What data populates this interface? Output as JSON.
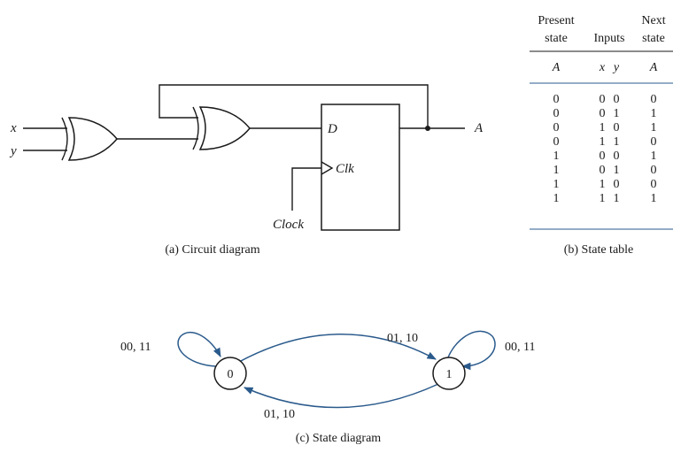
{
  "circuit": {
    "input_x": "x",
    "input_y": "y",
    "d_label": "D",
    "clk_label": "Clk",
    "clock_label": "Clock",
    "output_label": "A",
    "caption": "(a) Circuit diagram"
  },
  "state_table": {
    "header": {
      "present_line1": "Present",
      "present_line2": "state",
      "inputs": "Inputs",
      "next_line1": "Next",
      "next_line2": "state"
    },
    "subheader": {
      "a": "A",
      "x": "x",
      "y": "y",
      "next_a": "A"
    },
    "rows": [
      {
        "a": "0",
        "x": "0",
        "y": "0",
        "next": "0"
      },
      {
        "a": "0",
        "x": "0",
        "y": "1",
        "next": "1"
      },
      {
        "a": "0",
        "x": "1",
        "y": "0",
        "next": "1"
      },
      {
        "a": "0",
        "x": "1",
        "y": "1",
        "next": "0"
      },
      {
        "a": "1",
        "x": "0",
        "y": "0",
        "next": "1"
      },
      {
        "a": "1",
        "x": "0",
        "y": "1",
        "next": "0"
      },
      {
        "a": "1",
        "x": "1",
        "y": "0",
        "next": "0"
      },
      {
        "a": "1",
        "x": "1",
        "y": "1",
        "next": "1"
      }
    ],
    "caption": "(b) State table"
  },
  "state_diagram": {
    "state0": "0",
    "state1": "1",
    "loop0_label": "00, 11",
    "loop1_label": "00, 11",
    "top_arc_label": "01, 10",
    "bottom_arc_label": "01, 10",
    "caption": "(c) State diagram"
  },
  "colors": {
    "ink": "#1a1a1a",
    "arc": "#2a5a8c"
  }
}
